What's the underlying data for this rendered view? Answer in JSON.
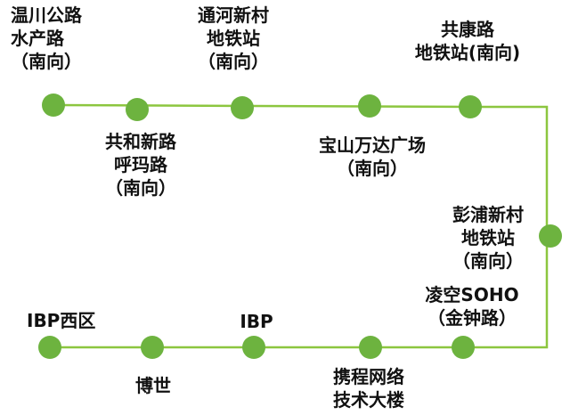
{
  "colors": {
    "route_line": "#8cc63f",
    "stop_dot": "#6db33f",
    "text": "#111111"
  },
  "stops": [
    {
      "id": "wenchuan-shuichan",
      "lines": [
        "温川公路",
        "水产路",
        "（南向）"
      ]
    },
    {
      "id": "gonghexin-huma",
      "lines": [
        "共和新路",
        "呼玛路",
        "（南向）"
      ]
    },
    {
      "id": "tonghexincun",
      "lines": [
        "通河新村",
        "地铁站",
        "（南向）"
      ]
    },
    {
      "id": "baoshan-wanda",
      "lines": [
        "宝山万达广场",
        "（南向）"
      ]
    },
    {
      "id": "gongkanglu",
      "lines": [
        "共康路",
        "地铁站(南向)"
      ]
    },
    {
      "id": "pengpuxincun",
      "lines": [
        "彭浦新村",
        "地铁站",
        "（南向）"
      ]
    },
    {
      "id": "lingkong-soho",
      "lines": [
        "凌空SOHO",
        "（金钟路）"
      ]
    },
    {
      "id": "xiecheng",
      "lines": [
        "携程网络",
        "技术大楼"
      ]
    },
    {
      "id": "ibp",
      "lines": [
        "IBP"
      ]
    },
    {
      "id": "boshi",
      "lines": [
        "博世"
      ]
    },
    {
      "id": "ibp-west",
      "lines": [
        "IBP西区"
      ]
    }
  ]
}
